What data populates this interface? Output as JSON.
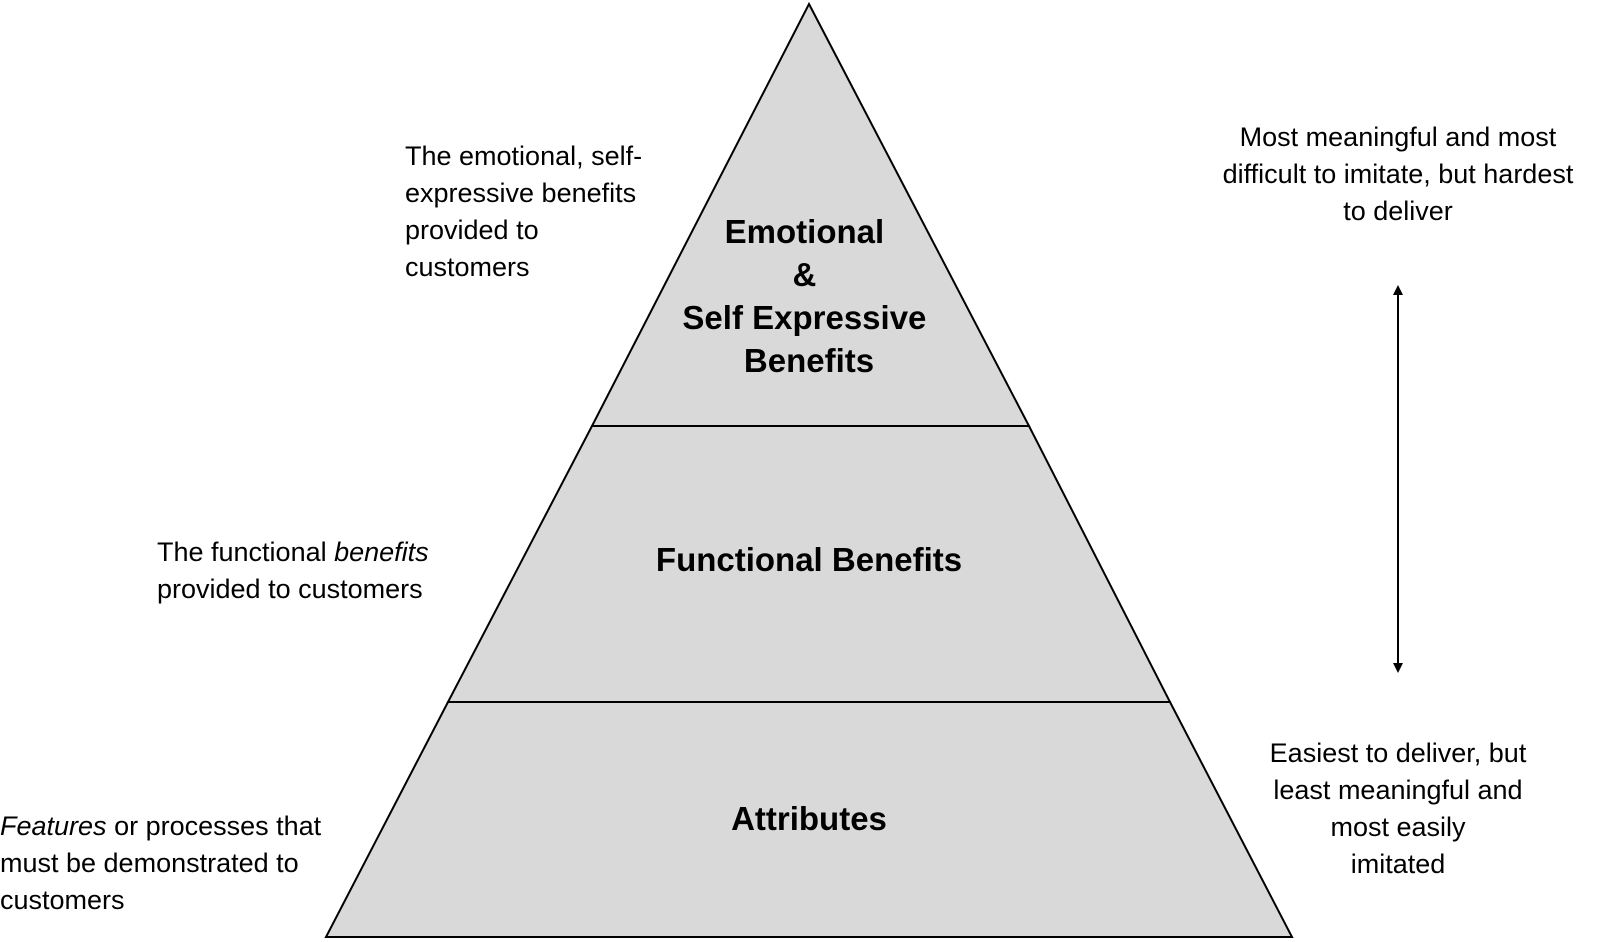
{
  "colors": {
    "pyramid_fill": "#d9d9d9",
    "stroke": "#000000",
    "background": "#ffffff"
  },
  "pyramid": {
    "tiers": [
      {
        "name": "emotional",
        "label_lines": [
          "Emotional",
          "&",
          "Self Expressive",
          "Benefits"
        ]
      },
      {
        "name": "functional",
        "label_lines": [
          "Functional Benefits"
        ]
      },
      {
        "name": "attributes",
        "label_lines": [
          "Attributes"
        ]
      }
    ]
  },
  "annotations": {
    "emotional_description": {
      "lines": [
        "The emotional, self-",
        "expressive benefits",
        "provided to",
        "customers"
      ]
    },
    "functional_description": {
      "line1_prefix": "The functional ",
      "line1_italic": "benefits",
      "line2": "provided to customers"
    },
    "attributes_description": {
      "line1_italic": "Features",
      "line1_suffix": " or processes that",
      "line2": "must be demonstrated to",
      "line3": "customers"
    },
    "top_scale_note": {
      "lines": [
        "Most meaningful and most",
        "difficult to imitate, but hardest",
        "to deliver"
      ]
    },
    "bottom_scale_note": {
      "lines": [
        "Easiest to deliver, but",
        "least meaningful and",
        "most easily",
        "imitated"
      ]
    }
  },
  "scale_arrow": {
    "direction": "bidirectional-vertical"
  }
}
